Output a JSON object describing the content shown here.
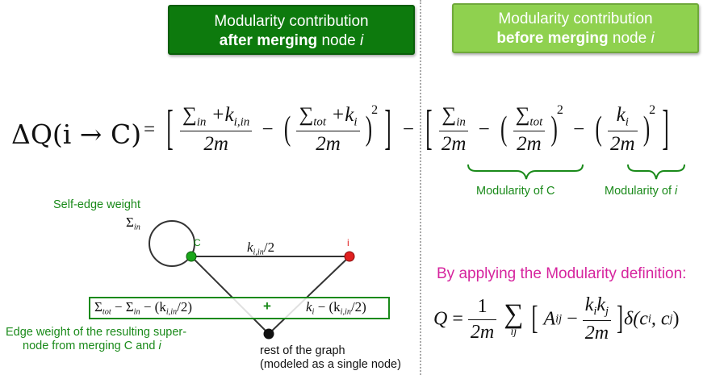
{
  "header": {
    "after": {
      "line1": "Modularity contribution",
      "bold": "after merging",
      "node": " node ",
      "var": "i"
    },
    "before": {
      "line1": "Modularity contribution",
      "bold": "before merging",
      "node": " node ",
      "var": "i"
    }
  },
  "colors": {
    "dark_green": "#0d7a0d",
    "light_green": "#8fd14f",
    "label_green": "#1a8a1a",
    "magenta": "#d6249e",
    "node_red": "#e02020"
  },
  "formula": {
    "lhs": "ΔQ(i → C)",
    "sum_in": "∑",
    "sum_in_sub": "in",
    "plus_k": " +k",
    "k_sub": "i,in",
    "two_m": "2m",
    "sum_tot_sub": "tot",
    "ki_sub": "i",
    "k": "k",
    "power": "2",
    "equals": "=",
    "minus": "−"
  },
  "braces": {
    "mod_c": "Modularity of C",
    "mod_i_prefix": "Modularity of ",
    "mod_i_var": "i"
  },
  "graph": {
    "self_edge_label": "Self-edge weight",
    "self_edge_sym": "Σ",
    "self_edge_sub": "in",
    "node_c": "C",
    "node_i": "i",
    "edge_ci": "k",
    "edge_ci_sub": "i,in",
    "edge_ci_tail": "/2",
    "super_left": "Σ",
    "super_left_a": "tot",
    "super_left_b": " − Σ",
    "super_left_c": "in",
    "super_left_d": " − (k",
    "super_left_e": "i,in",
    "super_left_f": "/2)",
    "super_plus": "+",
    "super_right_a": "k",
    "super_right_b": "i",
    "super_right_c": " − (k",
    "super_right_d": "i,in",
    "super_right_e": "/2)",
    "super_edge_desc_line1": "Edge weight of the resulting super-",
    "super_edge_desc_line2": "node from merging C and ",
    "super_edge_desc_var": "i",
    "rest_line1": "rest of the graph",
    "rest_line2": "(modeled as a single node)"
  },
  "definition": {
    "label": "By applying the Modularity definition:",
    "q": "Q",
    "eq": " = ",
    "one": "1",
    "two_m": "2m",
    "sum": "∑",
    "sum_sub": "ij",
    "a": "A",
    "a_sub": "ij",
    "minus": " − ",
    "kk": "k",
    "ki_sub": "i",
    "kj_sub": "j",
    "delta": "δ(c",
    "ci_sub": "i",
    "comma": ", c",
    "cj_sub": "j",
    "close": ")"
  }
}
